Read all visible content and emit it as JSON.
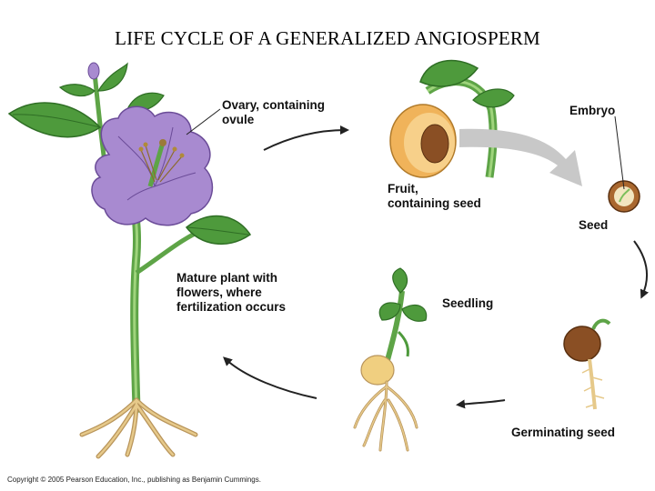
{
  "title": "LIFE CYCLE OF A GENERALIZED ANGIOSPERM",
  "labels": {
    "ovary": "Ovary, containing\novule",
    "embryo": "Embryo",
    "fruit": "Fruit,\ncontaining seed",
    "seed": "Seed",
    "mature_plant": "Mature plant with\nflowers, where\nfertilization occurs",
    "seedling": "Seedling",
    "germinating_seed": "Germinating seed"
  },
  "copyright": "Copyright © 2005 Pearson Education, Inc., publishing as Benjamin Cummings.",
  "colors": {
    "leaf": "#4e9a3c",
    "leaf_dark": "#2f6e25",
    "stem": "#7bbf5a",
    "petal": "#a88ad0",
    "petal_dark": "#6b4c98",
    "root": "#e6c98a",
    "root_edge": "#b8945a",
    "fruit": "#f0b35a",
    "fruit_flesh": "#f7d08a",
    "seed": "#8a4f24",
    "arrow": "#222222",
    "gray_arrow": "#c8c8c8"
  }
}
